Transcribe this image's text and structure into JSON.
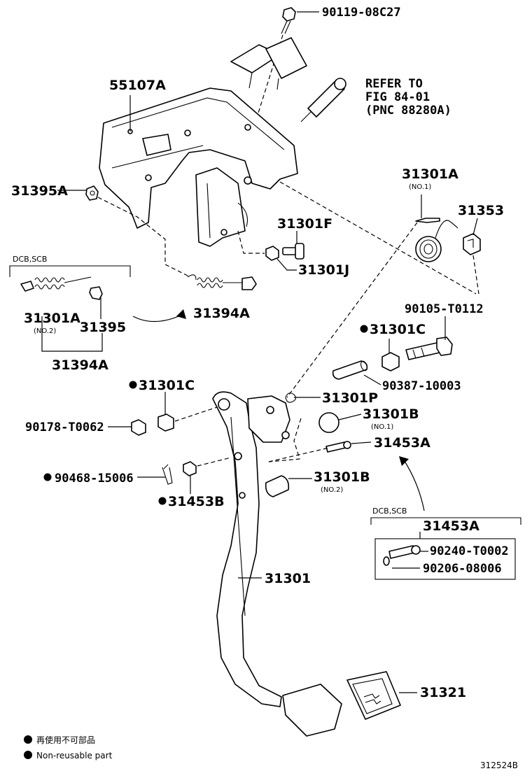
{
  "notes": {
    "non_reusable_jp": "再使用不可部品",
    "non_reusable_en": "Non-reusable part"
  },
  "figure_number": "312524B",
  "groups": {
    "left_group_label": "DCB,SCB",
    "right_group_label": "DCB,SCB"
  },
  "labels": {
    "p90119": "90119-08C27",
    "p55107A": "55107A",
    "refer_line1": "REFER TO",
    "refer_line2": "FIG 84-01",
    "refer_line3": "(PNC 88280A)",
    "p31395A": "31395A",
    "p31301A_top": "31301A",
    "p31301A_top_sub": "(NO.1)",
    "p31353": "31353",
    "p31301F": "31301F",
    "p31301J": "31301J",
    "p31301A_left": "31301A",
    "p31301A_left_sub": "(NO.2)",
    "p31395": "31395",
    "p31394A_left": "31394A",
    "p31394A_mid": "31394A",
    "p90105": "90105-T0112",
    "p31301C_right": "31301C",
    "p90387": "90387-10003",
    "p31301C_left": "31301C",
    "p31301P": "31301P",
    "p31301B_top": "31301B",
    "p31301B_top_sub": "(NO.1)",
    "p90178": "90178-T0062",
    "p31453A": "31453A",
    "p90468": "90468-15006",
    "p31301B_bot": "31301B",
    "p31301B_bot_sub": "(NO.2)",
    "p31453B": "31453B",
    "p31453A_box": "31453A",
    "p90240": "90240-T0002",
    "p90206": "90206-08006",
    "p31301": "31301",
    "p31321": "31321"
  }
}
